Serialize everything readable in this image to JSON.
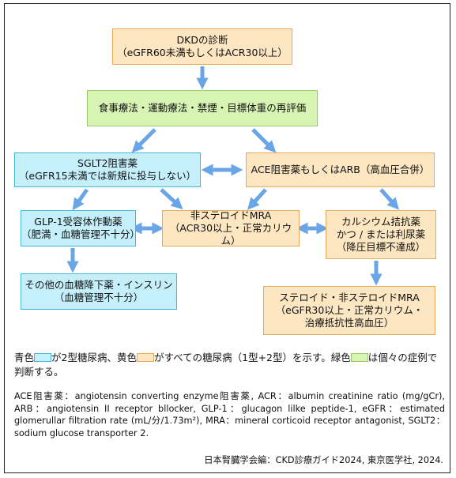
{
  "boxes": {
    "dkd": {
      "lines": [
        "DKDの診断",
        "（eGFR60未満もしくはACR30以上）"
      ]
    },
    "lifestyle": {
      "lines": [
        "食事療法・運動療法・禁煙・目標体重の再評価"
      ]
    },
    "sglt2": {
      "lines": [
        "SGLT2阻害薬",
        "（eGFR15未満では新規に投与しない）"
      ]
    },
    "ace_arb": {
      "lines": [
        "ACE阻害薬もしくはARB（高血圧合併）"
      ]
    },
    "glp1": {
      "lines": [
        "GLP-1受容体作動薬",
        "（肥満・血糖管理不十分）"
      ]
    },
    "mra": {
      "lines": [
        "非ステロイドMRA",
        "（ACR30以上・正常カリウム）"
      ]
    },
    "ca": {
      "lines": [
        "カルシウム拮抗薬",
        "かつ / または利尿薬",
        "（降圧目標不達成）"
      ]
    },
    "other": {
      "lines": [
        "その他の血糖降下薬・インスリン",
        "（血糖管理不十分）"
      ]
    },
    "steroid": {
      "lines": [
        "ステロイド・非ステロイドMRA",
        "（eGFR30以上・正常カリウム・",
        "治療抵抗性高血圧）"
      ]
    }
  },
  "legend": {
    "t1": "青色",
    "t2": "が2型糖尿病、黄色",
    "t3": "がすべての糖尿病（1型+2型）を示す。緑色",
    "t4": "は個々の症例で判断する。",
    "colors": {
      "blue": "#c4effb",
      "yellow": "#fde6c2",
      "green": "#d8f4b4"
    }
  },
  "abbreviations": "ACE阻害薬：angiotensin converting enzyme阻害薬, ACR：albumin creatinine ratio (mg/gCr), ARB：angiotensin II receptor bllocker, GLP-1：glucagon lilke peptide-1, eGFR：estimated glomerullar filtration rate (mL/分/1.73m²), MRA：mineral corticoid receptor antagonist, SGLT2：sodium glucose transporter 2.",
  "source": "日本腎臓学会編：CKD診療ガイド2024, 東京医学社, 2024.",
  "colors": {
    "arrow": "#6aa5e8",
    "orange": "#fde6c2",
    "green": "#d8f4b4",
    "cyan": "#c4effb"
  }
}
